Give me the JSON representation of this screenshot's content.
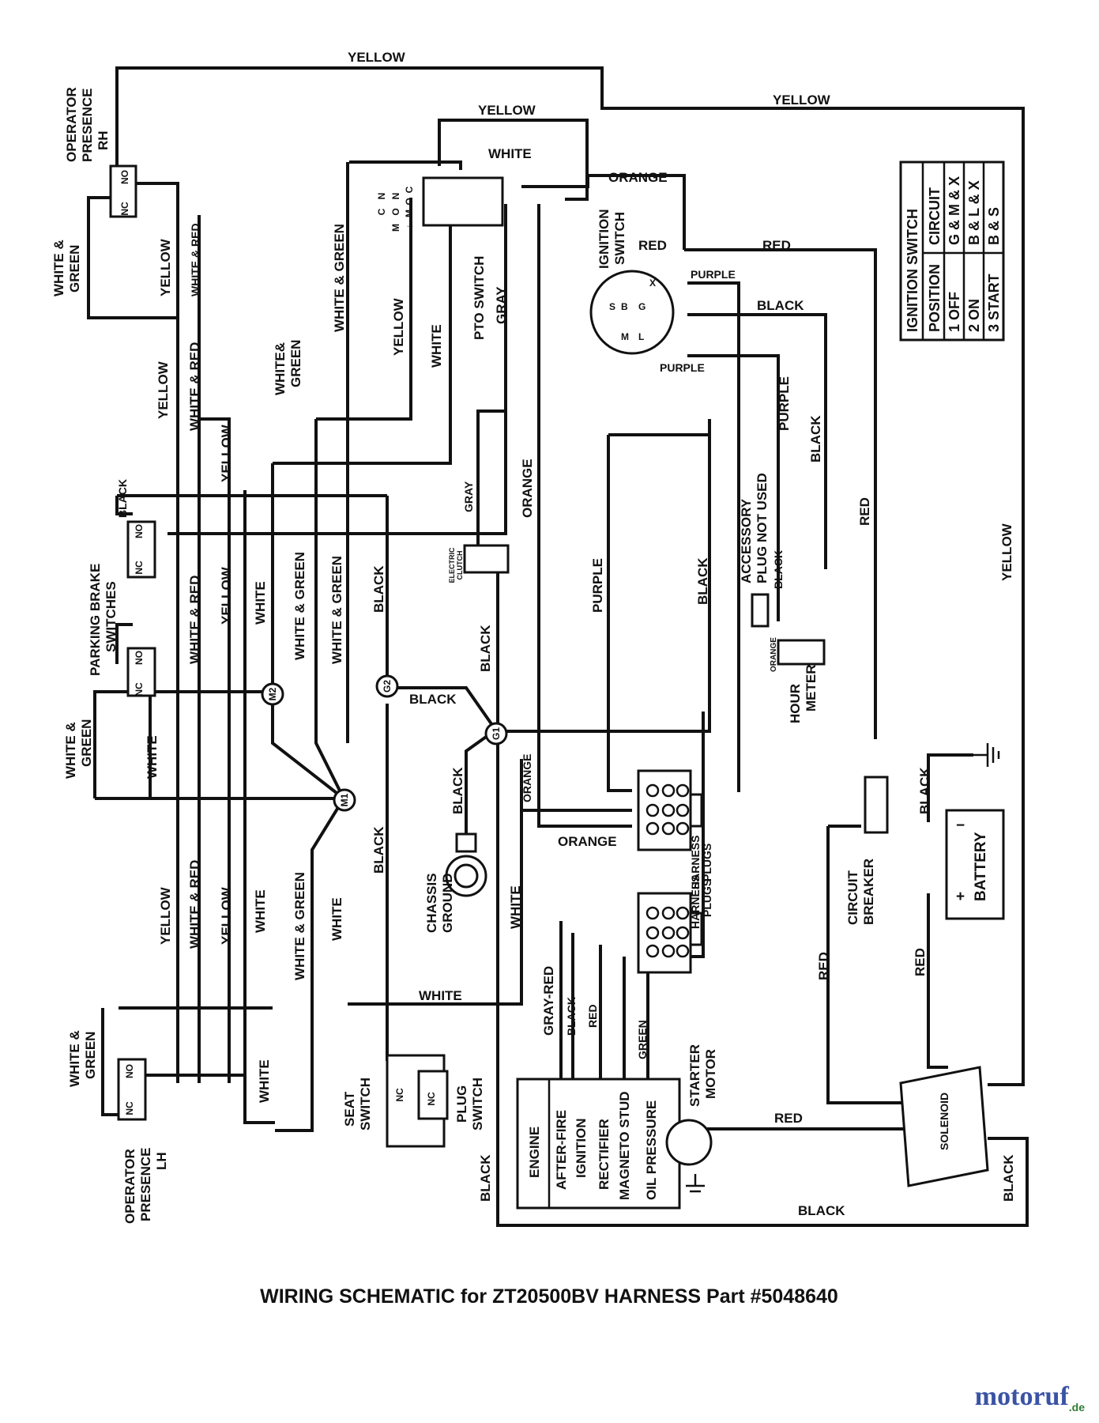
{
  "title": "WIRING SCHEMATIC for ZT20500BV HARNESS Part #5048640",
  "watermark": {
    "brand": "motoruf",
    "suffix": ".de"
  },
  "components": {
    "operator_presence_rh": [
      "OPERATOR",
      "PRESENCE",
      "RH"
    ],
    "operator_presence_lh": [
      "OPERATOR",
      "PRESENCE",
      "LH"
    ],
    "parking_brake_switches": [
      "PARKING BRAKE",
      "SWITCHES"
    ],
    "pto_switch": "PTO SWITCH",
    "pto_pins": [
      "N",
      "N",
      "C",
      "O",
      "M"
    ],
    "pto_contacts": [
      "C",
      "O",
      "M",
      "↓"
    ],
    "ignition_switch": [
      "IGNITION",
      "SWITCH"
    ],
    "ignition_terminals": [
      "S",
      "B",
      "G",
      "X",
      "M",
      "L"
    ],
    "accessory_plug": [
      "ACCESSORY",
      "PLUG NOT USED"
    ],
    "hour_meter": [
      "HOUR",
      "METER"
    ],
    "electric_clutch": [
      "ELECTRIC",
      "CLUTCH"
    ],
    "chassis_ground": [
      "CHASSIS",
      "GROUND"
    ],
    "harness_plugs_upper": [
      "HARNESS",
      "PLUGS"
    ],
    "harness_plugs_lower": [
      "HARNESS",
      "PLUGS"
    ],
    "circuit_breaker": [
      "CIRCUIT",
      "BREAKER"
    ],
    "battery": "BATTERY",
    "battery_neg": "−",
    "battery_pos": "+",
    "seat_switch": [
      "SEAT",
      "SWITCH"
    ],
    "plug_switch": [
      "PLUG",
      "SWITCH"
    ],
    "starter_motor": [
      "STARTER",
      "MOTOR"
    ],
    "solenoid": "SOLENOID",
    "engine": {
      "label": "ENGINE",
      "terminals": [
        "AFTER-FIRE",
        "IGNITION",
        "RECTIFIER",
        "MAGNETO STUD",
        "OIL PRESSURE"
      ]
    },
    "switch_no": "NO",
    "switch_nc": "NC"
  },
  "nodes": [
    "M1",
    "M2",
    "G1",
    "G2"
  ],
  "ignition_table": {
    "title": "IGNITION SWITCH",
    "headers": [
      "POSITION",
      "CIRCUIT"
    ],
    "rows": [
      [
        "1 OFF",
        "G & M & X"
      ],
      [
        "2 ON",
        "B & L & X"
      ],
      [
        "3 START",
        "B & S"
      ]
    ]
  },
  "wire_labels": {
    "yellow": "YELLOW",
    "white": "WHITE",
    "orange": "ORANGE",
    "red": "RED",
    "purple": "PURPLE",
    "purple_split": "PURPLE",
    "black": "BLACK",
    "gray": "GRAY",
    "white_red": "WHITE & RED",
    "white_green": "WHITE & GREEN",
    "white_green_split": [
      "WHITE&",
      "GREEN"
    ],
    "white_and_green_split": [
      "WHITE &",
      "GREEN"
    ],
    "gray_red": "GRAY-RED",
    "green": "GREEN"
  }
}
